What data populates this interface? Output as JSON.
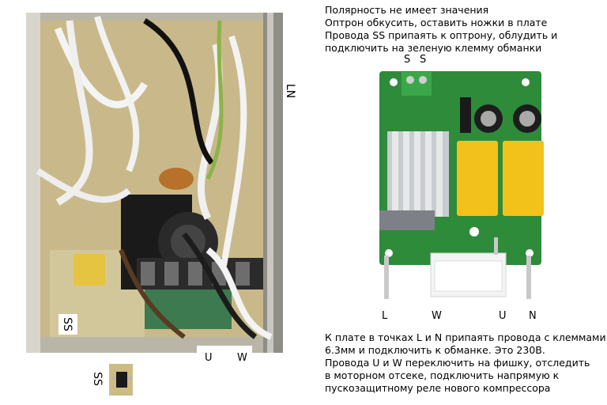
{
  "instructions_top": [
    "Полярность не имеет значения",
    "Оптрон обкусить, оставить ножки в плате",
    "Провода SS припаять к оптрону, облудить и",
    "подключить на зеленую клемму обманки"
  ],
  "instructions_bottom": [
    "К плате в точках L и N припаять провода с клеммами",
    "6.3мм и подключить к обманке. Это 230В.",
    "Провода U и W переключить на фишку, отследить",
    "в моторном отсеке, подключить напрямую к",
    "пускозащитному реле нового компрессора"
  ],
  "left_photo_labels": {
    "ln": "LN",
    "ss": "SS",
    "u": "U",
    "w": "W"
  },
  "inset_label": "SS",
  "right_photo_labels": {
    "s1": "S",
    "s2": "S",
    "l": "L",
    "w": "W",
    "u": "U",
    "n": "N"
  },
  "colors": {
    "pcb_green": "#2e8b3a",
    "capacitor_yellow": "#f2c21a",
    "terminal_green": "#3aa84a"
  }
}
